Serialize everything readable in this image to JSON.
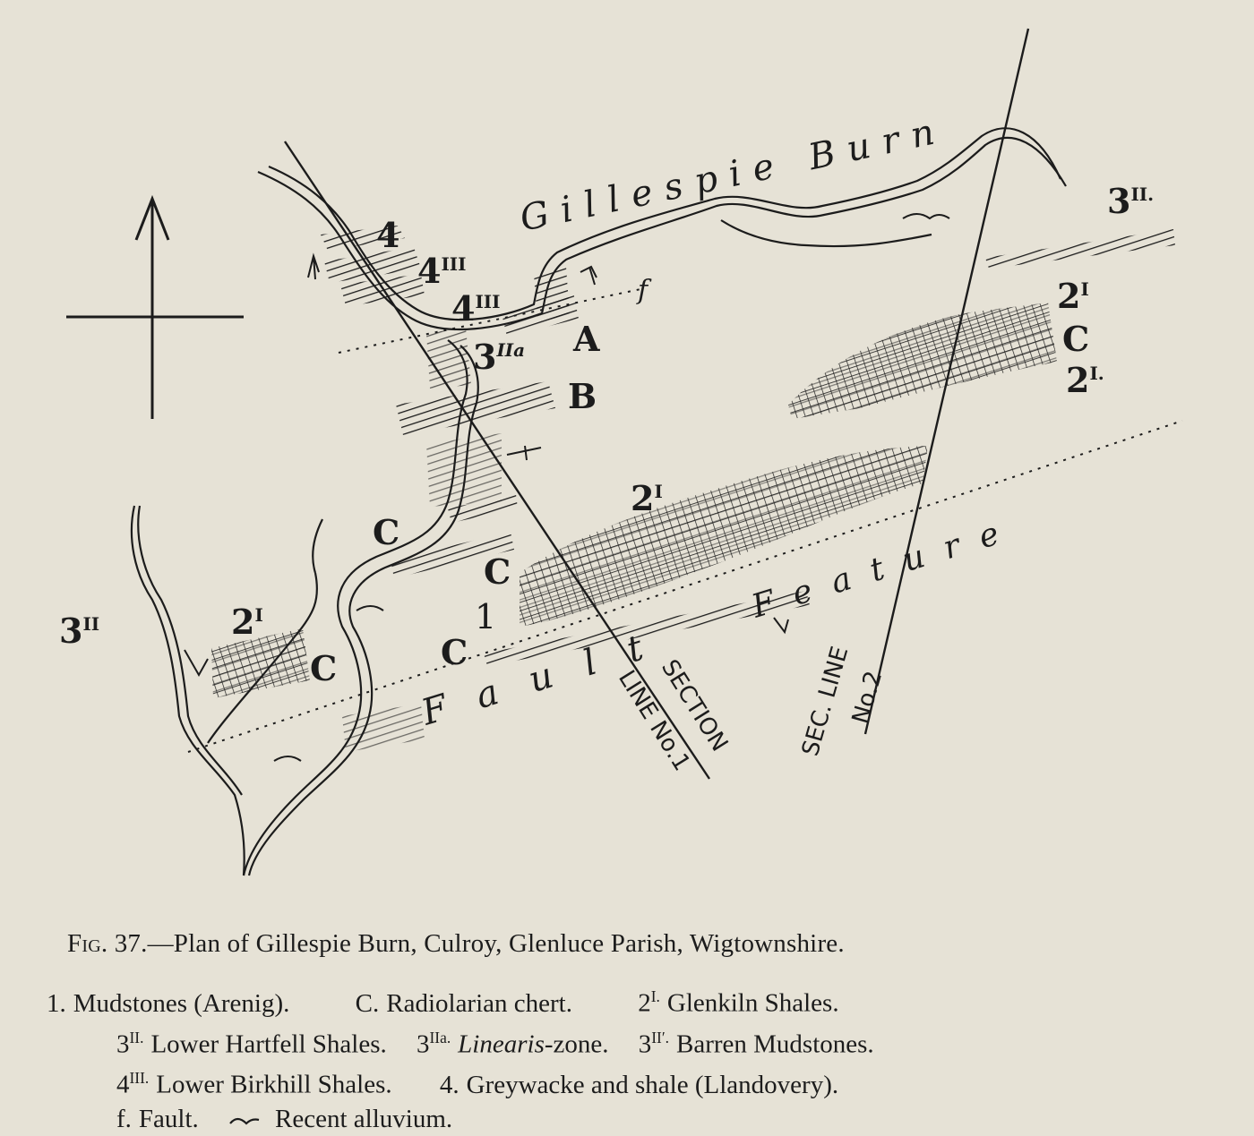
{
  "figure": {
    "map_labels": {
      "burn_name": "Gillespie Burn",
      "fault_word": "Fault",
      "feature_word": "Feature",
      "section_1_a": "SECTION",
      "section_1_b": "LINE No.1",
      "section_2_a": "SEC. LINE",
      "section_2_b": "No.2",
      "fault_letter": "f"
    },
    "zone_marks": [
      {
        "base": "4",
        "sup": ""
      },
      {
        "base": "4",
        "sup": "III"
      },
      {
        "base": "4",
        "sup": "III"
      },
      {
        "base": "3",
        "sup": "IIa"
      },
      {
        "base": "A",
        "sup": ""
      },
      {
        "base": "B",
        "sup": ""
      },
      {
        "base": "3",
        "sup": "II."
      },
      {
        "base": "2",
        "sup": "I"
      },
      {
        "base": "C",
        "sup": ""
      },
      {
        "base": "2",
        "sup": "I."
      },
      {
        "base": "2",
        "sup": "I"
      },
      {
        "base": "C",
        "sup": ""
      },
      {
        "base": "C",
        "sup": ""
      },
      {
        "base": "1",
        "sup": ""
      },
      {
        "base": "C",
        "sup": ""
      },
      {
        "base": "3",
        "sup": "II"
      },
      {
        "base": "2",
        "sup": "I"
      },
      {
        "base": "C",
        "sup": ""
      }
    ]
  },
  "caption": {
    "fig_no": "Fig. 37.",
    "text": "—Plan of Gillespie Burn, Culroy, Glenluce Parish, Wigtownshire."
  },
  "legend": {
    "line1": [
      {
        "sym": "1.",
        "sup": "",
        "desc": "Mudstones (Arenig)."
      },
      {
        "sym": "C.",
        "sup": "",
        "desc": "Radiolarian chert."
      },
      {
        "sym": "2",
        "sup": "I.",
        "desc": "Glenkiln Shales."
      }
    ],
    "line2": [
      {
        "sym": "3",
        "sup": "II.",
        "desc": "Lower Hartfell Shales."
      },
      {
        "sym": "3",
        "sup": "IIa.",
        "desc_italic": "Linearis",
        "desc": "-zone."
      },
      {
        "sym": "3",
        "sup": "II′.",
        "desc": "Barren Mudstones."
      }
    ],
    "line3": [
      {
        "sym": "4",
        "sup": "III.",
        "desc": "Lower Birkhill Shales."
      },
      {
        "sym": "4.",
        "sup": "",
        "desc": "Greywacke and shale (Llandovery)."
      }
    ],
    "line4": [
      {
        "sym": "f.",
        "sup": "",
        "desc": "Fault."
      },
      {
        "sym": "",
        "sup": "",
        "desc": "Recent alluvium."
      }
    ]
  }
}
